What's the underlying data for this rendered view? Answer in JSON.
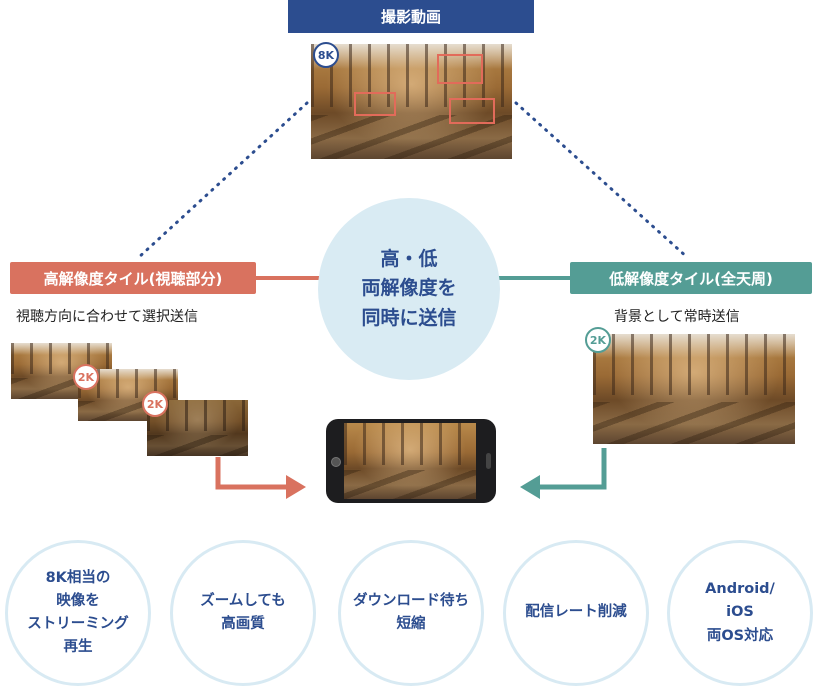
{
  "title": "撮影動画",
  "source_badge": "8K",
  "center": {
    "lines": [
      "高・低",
      "両解像度を",
      "同時に送信"
    ]
  },
  "high_res": {
    "label": "高解像度タイル(視聴部分)",
    "caption": "視聴方向に合わせて選択送信",
    "badges": [
      "2K",
      "2K"
    ]
  },
  "low_res": {
    "label": "低解像度タイル(全天周)",
    "caption": "背景として常時送信",
    "badge": "2K"
  },
  "colors": {
    "navy": "#2c4d8f",
    "coral": "#d9725f",
    "teal": "#549d95",
    "light_blue": "#d9ebf3"
  },
  "features": [
    {
      "lines": [
        "8K相当の",
        "映像を",
        "ストリーミング",
        "再生"
      ]
    },
    {
      "lines": [
        "ズームしても",
        "高画質"
      ]
    },
    {
      "lines": [
        "ダウンロード待ち",
        "短縮"
      ]
    },
    {
      "lines": [
        "配信レート削減"
      ]
    },
    {
      "lines": [
        "Android/",
        "iOS",
        "両OS対応"
      ]
    }
  ]
}
